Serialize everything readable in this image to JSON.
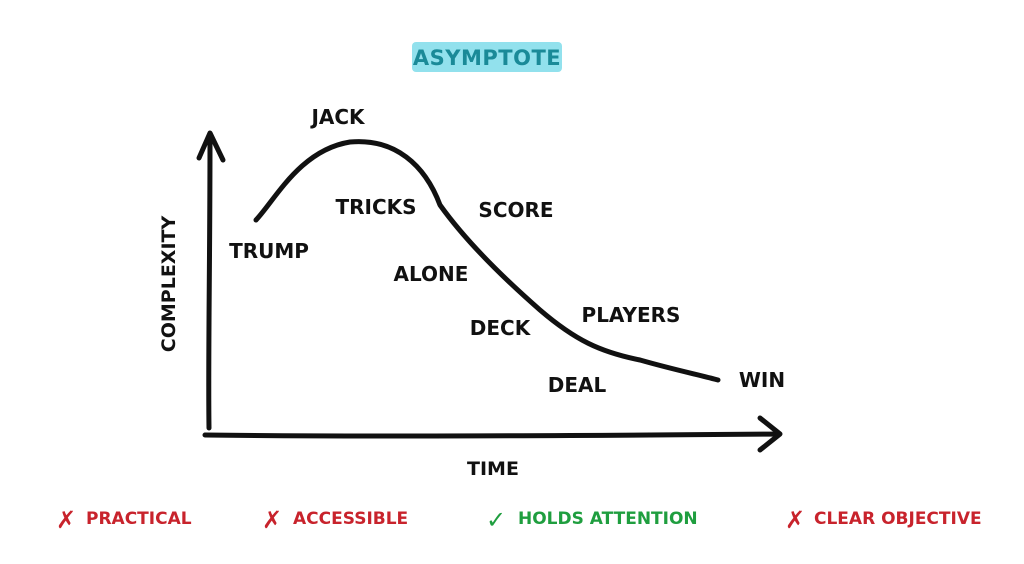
{
  "title": "ASYMPTOTE",
  "colors": {
    "title_text": "#1a8a98",
    "title_highlight": "#7fdcea",
    "ink": "#111111",
    "fail": "#c8232c",
    "pass": "#1f9e3f"
  },
  "axes": {
    "y_label": "COMPLEXITY",
    "x_label": "TIME"
  },
  "terms": {
    "jack": "JACK",
    "tricks": "TRICKS",
    "score": "SCORE",
    "trump": "TRUMP",
    "alone": "ALONE",
    "deck": "DECK",
    "players": "PLAYERS",
    "deal": "DEAL",
    "win": "WIN"
  },
  "criteria": [
    {
      "label": "PRACTICAL",
      "status": "fail",
      "mark": "✗"
    },
    {
      "label": "ACCESSIBLE",
      "status": "fail",
      "mark": "✗"
    },
    {
      "label": "HOLDS ATTENTION",
      "status": "pass",
      "mark": "✓"
    },
    {
      "label": "CLEAR OBJECTIVE",
      "status": "fail",
      "mark": "✗"
    }
  ]
}
